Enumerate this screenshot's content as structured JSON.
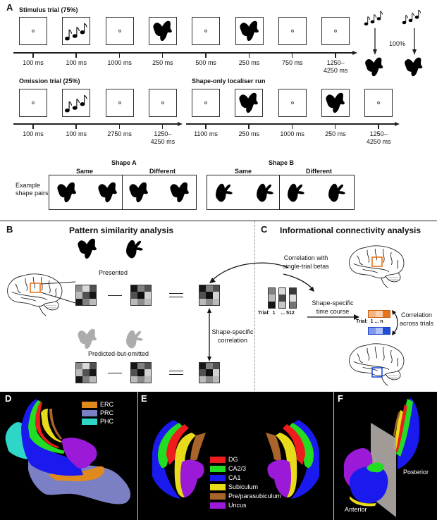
{
  "panels": {
    "A": {
      "letter": "A",
      "stimulus_trial": {
        "title": "Stimulus trial (75%)",
        "frames": [
          "fixation",
          "tones",
          "fixation",
          "shape",
          "fixation",
          "shape",
          "fixation",
          "fixation"
        ],
        "durations": [
          "100 ms",
          "100 ms",
          "1000 ms",
          "250 ms",
          "500 ms",
          "250 ms",
          "750 ms",
          "1250–\n4250 ms"
        ]
      },
      "omission_trial": {
        "title": "Omission trial (25%)",
        "frames": [
          "fixation",
          "tones",
          "fixation",
          "fixation"
        ],
        "durations": [
          "100 ms",
          "100 ms",
          "2750 ms",
          "1250–\n4250 ms"
        ]
      },
      "localiser_run": {
        "title": "Shape-only localiser run",
        "frames": [
          "fixation",
          "shape",
          "fixation",
          "shape",
          "fixation"
        ],
        "durations": [
          "1100 ms",
          "250 ms",
          "1000 ms",
          "250 ms",
          "1250–\n4250 ms"
        ]
      },
      "mapping": {
        "probability": "100%"
      },
      "shape_pairs": {
        "row_label": "Example\nshape pairs",
        "groups": [
          {
            "title": "Shape A",
            "same": "Same",
            "different": "Different"
          },
          {
            "title": "Shape B",
            "same": "Same",
            "different": "Different"
          }
        ]
      }
    },
    "B": {
      "letter": "B",
      "title": "Pattern similarity analysis",
      "presented_label": "Presented",
      "omitted_label": "Predicted-but-omitted",
      "correlation_label": "Shape-specific\ncorrelation",
      "minus": "—",
      "equals": "═",
      "matrices": {
        "m1": [
          0.55,
          0.88,
          0.3,
          0.75,
          0.3,
          0.05,
          0.05,
          0.5,
          0.75
        ],
        "m2": [
          0.05,
          0.5,
          0.3,
          0.3,
          0.02,
          0.85,
          0.75,
          0.55,
          0.75
        ],
        "m3": [
          0.05,
          0.5,
          0.3,
          0.3,
          0.02,
          0.85,
          0.75,
          0.55,
          0.75
        ]
      }
    },
    "C": {
      "letter": "C",
      "title": "Informational connectivity analysis",
      "betas_label": "Correlation with\nsingle-trial betas",
      "trial_axis": {
        "label": "Trial:",
        "first": "1",
        "ellipsis": "...",
        "last": "512"
      },
      "timecourse_label": "Shape-specific\ntime course",
      "trial_axis_short": {
        "label": "Trial:",
        "first": "1",
        "ellipsis": "...",
        "last": "n"
      },
      "across_label": "Correlation\nacross trials",
      "colors": {
        "orange": "#e8731a",
        "blue": "#1f4fd8"
      }
    },
    "D": {
      "letter": "D",
      "legend": [
        {
          "label": "ERC",
          "color": "#e08a1e"
        },
        {
          "label": "PRC",
          "color": "#7b7fc4"
        },
        {
          "label": "PHC",
          "color": "#2ed6c8"
        }
      ]
    },
    "E": {
      "letter": "E",
      "legend": [
        {
          "label": "DG",
          "color": "#ee1c1c"
        },
        {
          "label": "CA2/3",
          "color": "#22dd22"
        },
        {
          "label": "CA1",
          "color": "#1a1aee"
        },
        {
          "label": "Subiculum",
          "color": "#e8dc1a"
        },
        {
          "label": "Pre/parasubiculum",
          "color": "#a8642a"
        },
        {
          "label": "Uncus",
          "color": "#9a1ad8"
        }
      ]
    },
    "F": {
      "letter": "F",
      "anterior_label": "Anterior",
      "posterior_label": "Posterior"
    }
  }
}
